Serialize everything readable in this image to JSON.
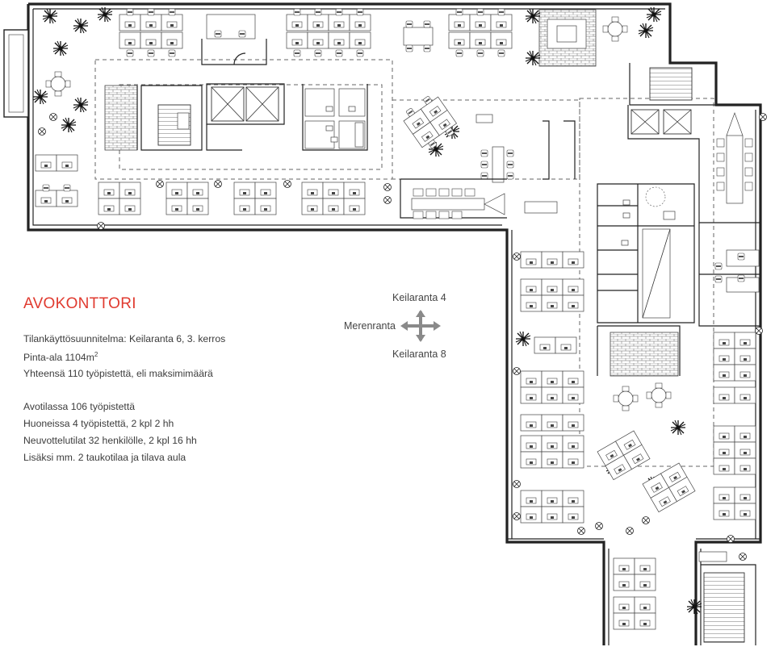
{
  "heading": "AVOKONTTORI",
  "info": {
    "plan_line": "Tilankäyttösuunnitelma: Keilaranta 6, 3. kerros",
    "area_label": "Pinta-ala 1104m",
    "area_sup": "2",
    "total_line": "Yhteensä 110 työpistettä, eli maksimimäärä"
  },
  "details": [
    "Avotilassa 106 työpistettä",
    "Huoneissa 4 työpistettä, 2 kpl 2 hh",
    "Neuvottelutilat 32 henkilölle, 2 kpl 16 hh",
    "Lisäksi mm. 2 taukotilaa ja tilava aula"
  ],
  "compass": {
    "north": "Keilaranta 4",
    "west": "Merenranta",
    "south": "Keilaranta 8"
  },
  "colors": {
    "heading": "#e03a2f",
    "lines": "#222222"
  }
}
